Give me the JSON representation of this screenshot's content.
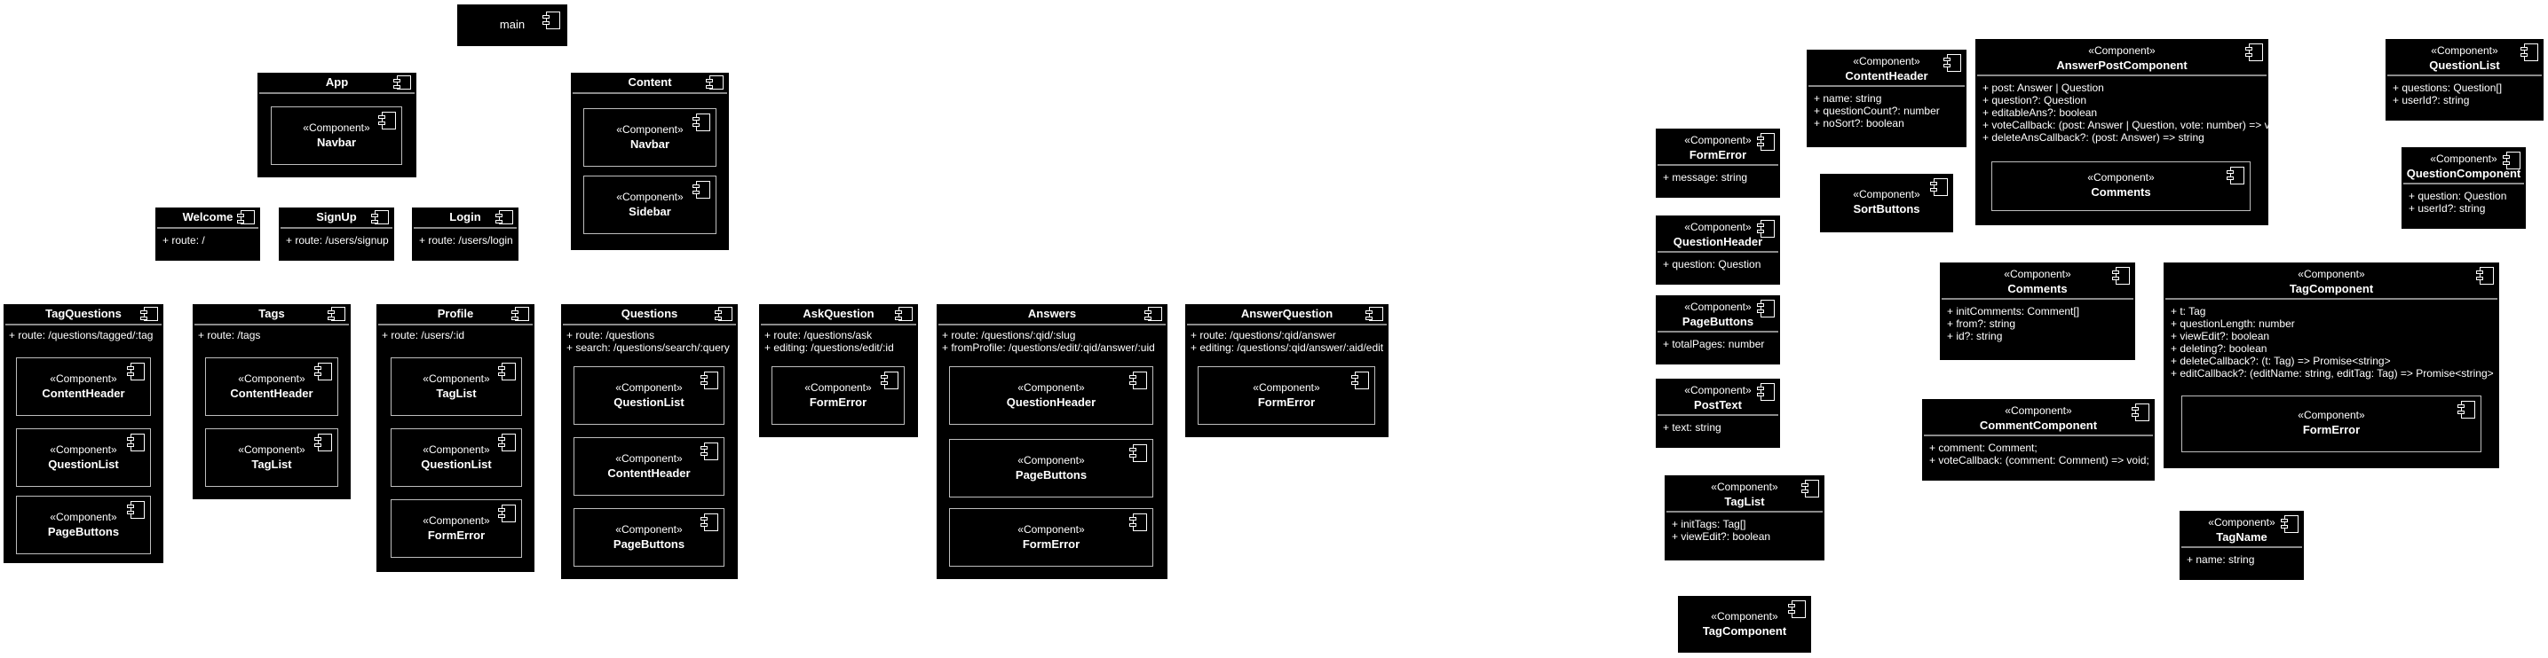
{
  "stereotype": "«Component»",
  "left": {
    "main": {
      "label": "main"
    },
    "app": {
      "title": "App",
      "inner": [
        "Navbar"
      ]
    },
    "content": {
      "title": "Content",
      "inner": [
        "Navbar",
        "Sidebar"
      ]
    },
    "welcome": {
      "title": "Welcome",
      "attrs": [
        "+ route: /"
      ]
    },
    "signup": {
      "title": "SignUp",
      "attrs": [
        "+ route: /users/signup"
      ]
    },
    "login": {
      "title": "Login",
      "attrs": [
        "+ route: /users/login"
      ]
    },
    "tagquestions": {
      "title": "TagQuestions",
      "attrs": [
        "+ route: /questions/tagged/:tag"
      ],
      "inner": [
        "ContentHeader",
        "QuestionList",
        "PageButtons"
      ]
    },
    "tags": {
      "title": "Tags",
      "attrs": [
        "+ route: /tags"
      ],
      "inner": [
        "ContentHeader",
        "TagList"
      ]
    },
    "profile": {
      "title": "Profile",
      "attrs": [
        "+ route: /users/:id"
      ],
      "inner": [
        "TagList",
        "QuestionList",
        "FormError"
      ]
    },
    "questions": {
      "title": "Questions",
      "attrs": [
        "+ route: /questions",
        "+ search: /questions/search/:query"
      ],
      "inner": [
        "QuestionList",
        "ContentHeader",
        "PageButtons"
      ]
    },
    "askquestion": {
      "title": "AskQuestion",
      "attrs": [
        "+ route: /questions/ask",
        "+ editing: /questions/edit/:id"
      ],
      "inner": [
        "FormError"
      ]
    },
    "answers": {
      "title": "Answers",
      "attrs": [
        "+ route: /questions/:qid/:slug",
        "+ fromProfile: /questions/edit/:qid/answer/:uid"
      ],
      "inner": [
        "QuestionHeader",
        "PageButtons",
        "FormError"
      ]
    },
    "answerquestion": {
      "title": "AnswerQuestion",
      "attrs": [
        "+ route: /questions/:qid/answer",
        "+ editing: /questions/:qid/answer/:aid/edit"
      ],
      "inner": [
        "FormError"
      ]
    }
  },
  "right": {
    "formerror": {
      "name": "FormError",
      "attrs": [
        "+ message: string"
      ]
    },
    "questionheader": {
      "name": "QuestionHeader",
      "attrs": [
        "+ question: Question"
      ]
    },
    "pagebuttons": {
      "name": "PageButtons",
      "attrs": [
        "+ totalPages: number"
      ]
    },
    "posttext": {
      "name": "PostText",
      "attrs": [
        "+ text: string"
      ]
    },
    "taglist": {
      "name": "TagList",
      "attrs": [
        "+ initTags: Tag[]",
        "+ viewEdit?: boolean"
      ]
    },
    "tagcomponent_small": {
      "name": "TagComponent"
    },
    "contentheader": {
      "name": "ContentHeader",
      "attrs": [
        "+ name: string",
        "+ questionCount?: number",
        "+ noSort?: boolean"
      ]
    },
    "sortbuttons": {
      "name": "SortButtons"
    },
    "answerpost": {
      "name": "AnswerPostComponent",
      "attrs": [
        "+ post: Answer | Question",
        "+ question?: Question",
        "+ editableAns?: boolean",
        "+ voteCallback: (post: Answer | Question, vote: number) => void",
        "+ deleteAnsCallback?: (post: Answer) => string"
      ],
      "inner": [
        "Comments"
      ]
    },
    "comments": {
      "name": "Comments",
      "attrs": [
        "+ initComments: Comment[]",
        "+ from?: string",
        "+ id?: string"
      ]
    },
    "commentcomponent": {
      "name": "CommentComponent",
      "attrs": [
        "+ comment: Comment;",
        "+ voteCallback: (comment: Comment) => void;"
      ]
    },
    "tagcomponent": {
      "name": "TagComponent",
      "attrs": [
        "+ t: Tag",
        "+ questionLength: number",
        "+ viewEdit?: boolean",
        "+ deleting?: boolean",
        "+ deleteCallback?: (t: Tag) => Promise<string>",
        "+ editCallback?: (editName: string, editTag: Tag) => Promise<string>"
      ],
      "inner": [
        "FormError"
      ]
    },
    "tagname": {
      "name": "TagName",
      "attrs": [
        "+ name: string"
      ]
    },
    "questionlist": {
      "name": "QuestionList",
      "attrs": [
        "+ questions: Question[]",
        "+ userId?: string"
      ]
    },
    "questioncomponent": {
      "name": "QuestionComponent",
      "attrs": [
        "+ question: Question",
        "+ userId?: string"
      ]
    }
  }
}
